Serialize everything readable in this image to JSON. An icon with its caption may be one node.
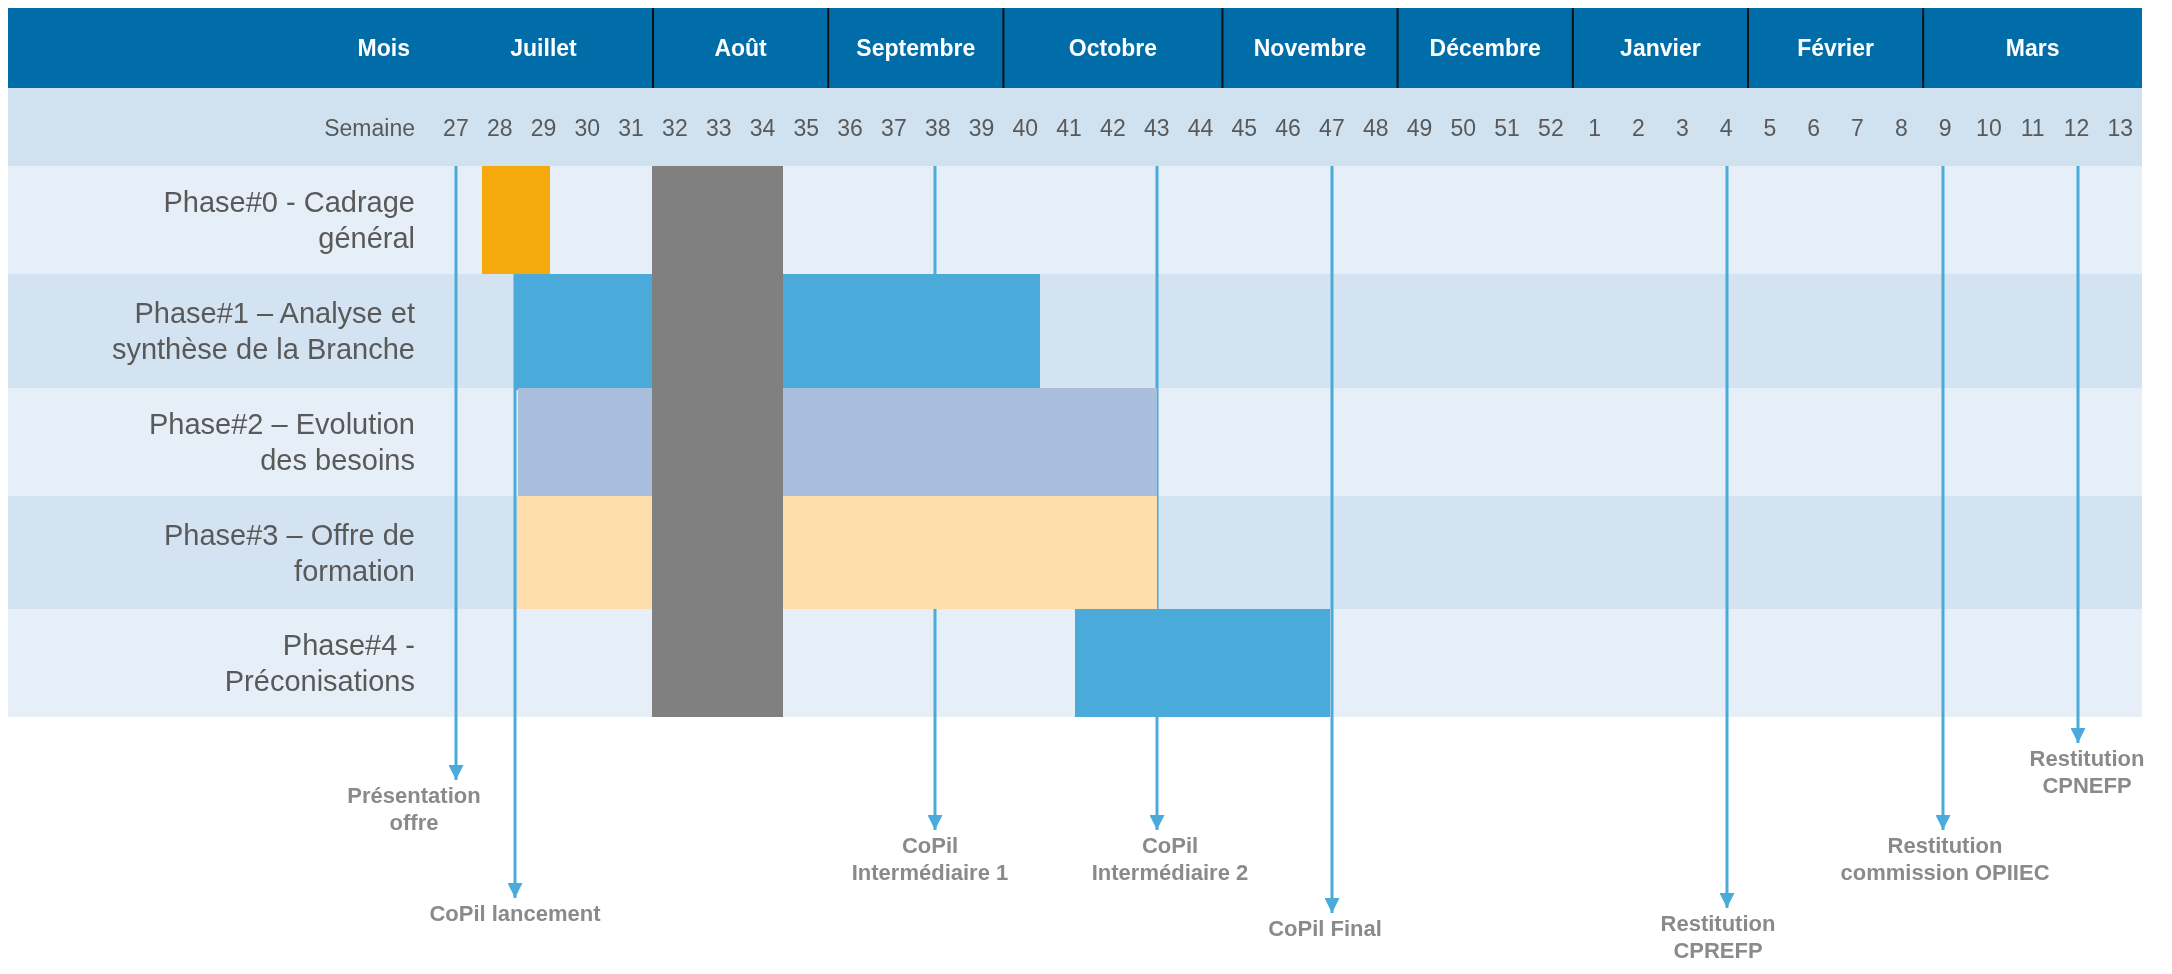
{
  "diagram": {
    "nodes": [
      {
        "text": [
          "Phase#0 - Cadrage général"
        ]
      },
      {
        "text": [
          "Phase#1 – Analyse et synthèse de la Branche"
        ]
      },
      {
        "text": [
          "Phase#2 – Evolution des besoins"
        ]
      },
      {
        "text": [
          "Phase#3 – Offre de formation"
        ]
      },
      {
        "text": [
          "Phase#4 - Préconisations"
        ]
      },
      {
        "text": [
          "Présentation offre"
        ]
      },
      {
        "text": [
          "CoPil lancement"
        ]
      },
      {
        "text": [
          "CoPil Intermédiaire 1"
        ]
      },
      {
        "text": [
          "CoPil Intermédiaire 2"
        ]
      },
      {
        "text": [
          "CoPil Final"
        ]
      },
      {
        "text": [
          "Restitution CPREFP"
        ]
      },
      {
        "text": [
          "Restitution commission OPIIEC"
        ]
      },
      {
        "text": [
          "Restitution CPNEFP"
        ]
      }
    ],
    "edges": [
      {
        "from": 0,
        "to": 5,
        "arrow": "to"
      },
      {
        "from": 0,
        "to": 6,
        "arrow": "to"
      },
      {
        "from": 0,
        "to": 7,
        "arrow": "to"
      },
      {
        "from": 0,
        "to": 8,
        "arrow": "to"
      },
      {
        "from": 0,
        "to": 9,
        "arrow": "to"
      },
      {
        "from": 0,
        "to": 10,
        "arrow": "to"
      },
      {
        "from": 0,
        "to": 11,
        "arrow": "to"
      },
      {
        "from": 0,
        "to": 12,
        "arrow": "to"
      }
    ],
    "labels": [
      "Mois",
      "Juillet",
      "Août",
      "Septembre",
      "Octobre",
      "Novembre",
      "Décembre",
      "Janvier",
      "Février",
      "Mars",
      "Semaine",
      "27",
      "28",
      "29",
      "30",
      "31",
      "32",
      "33",
      "34",
      "35",
      "36",
      "37",
      "38",
      "39",
      "40",
      "41",
      "42",
      "43",
      "44",
      "45",
      "46",
      "47",
      "48",
      "49",
      "50",
      "51",
      "52",
      "1",
      "2",
      "3",
      "4",
      "5",
      "6",
      "7",
      "8",
      "9",
      "10",
      "11",
      "12",
      "13"
    ]
  }
}
